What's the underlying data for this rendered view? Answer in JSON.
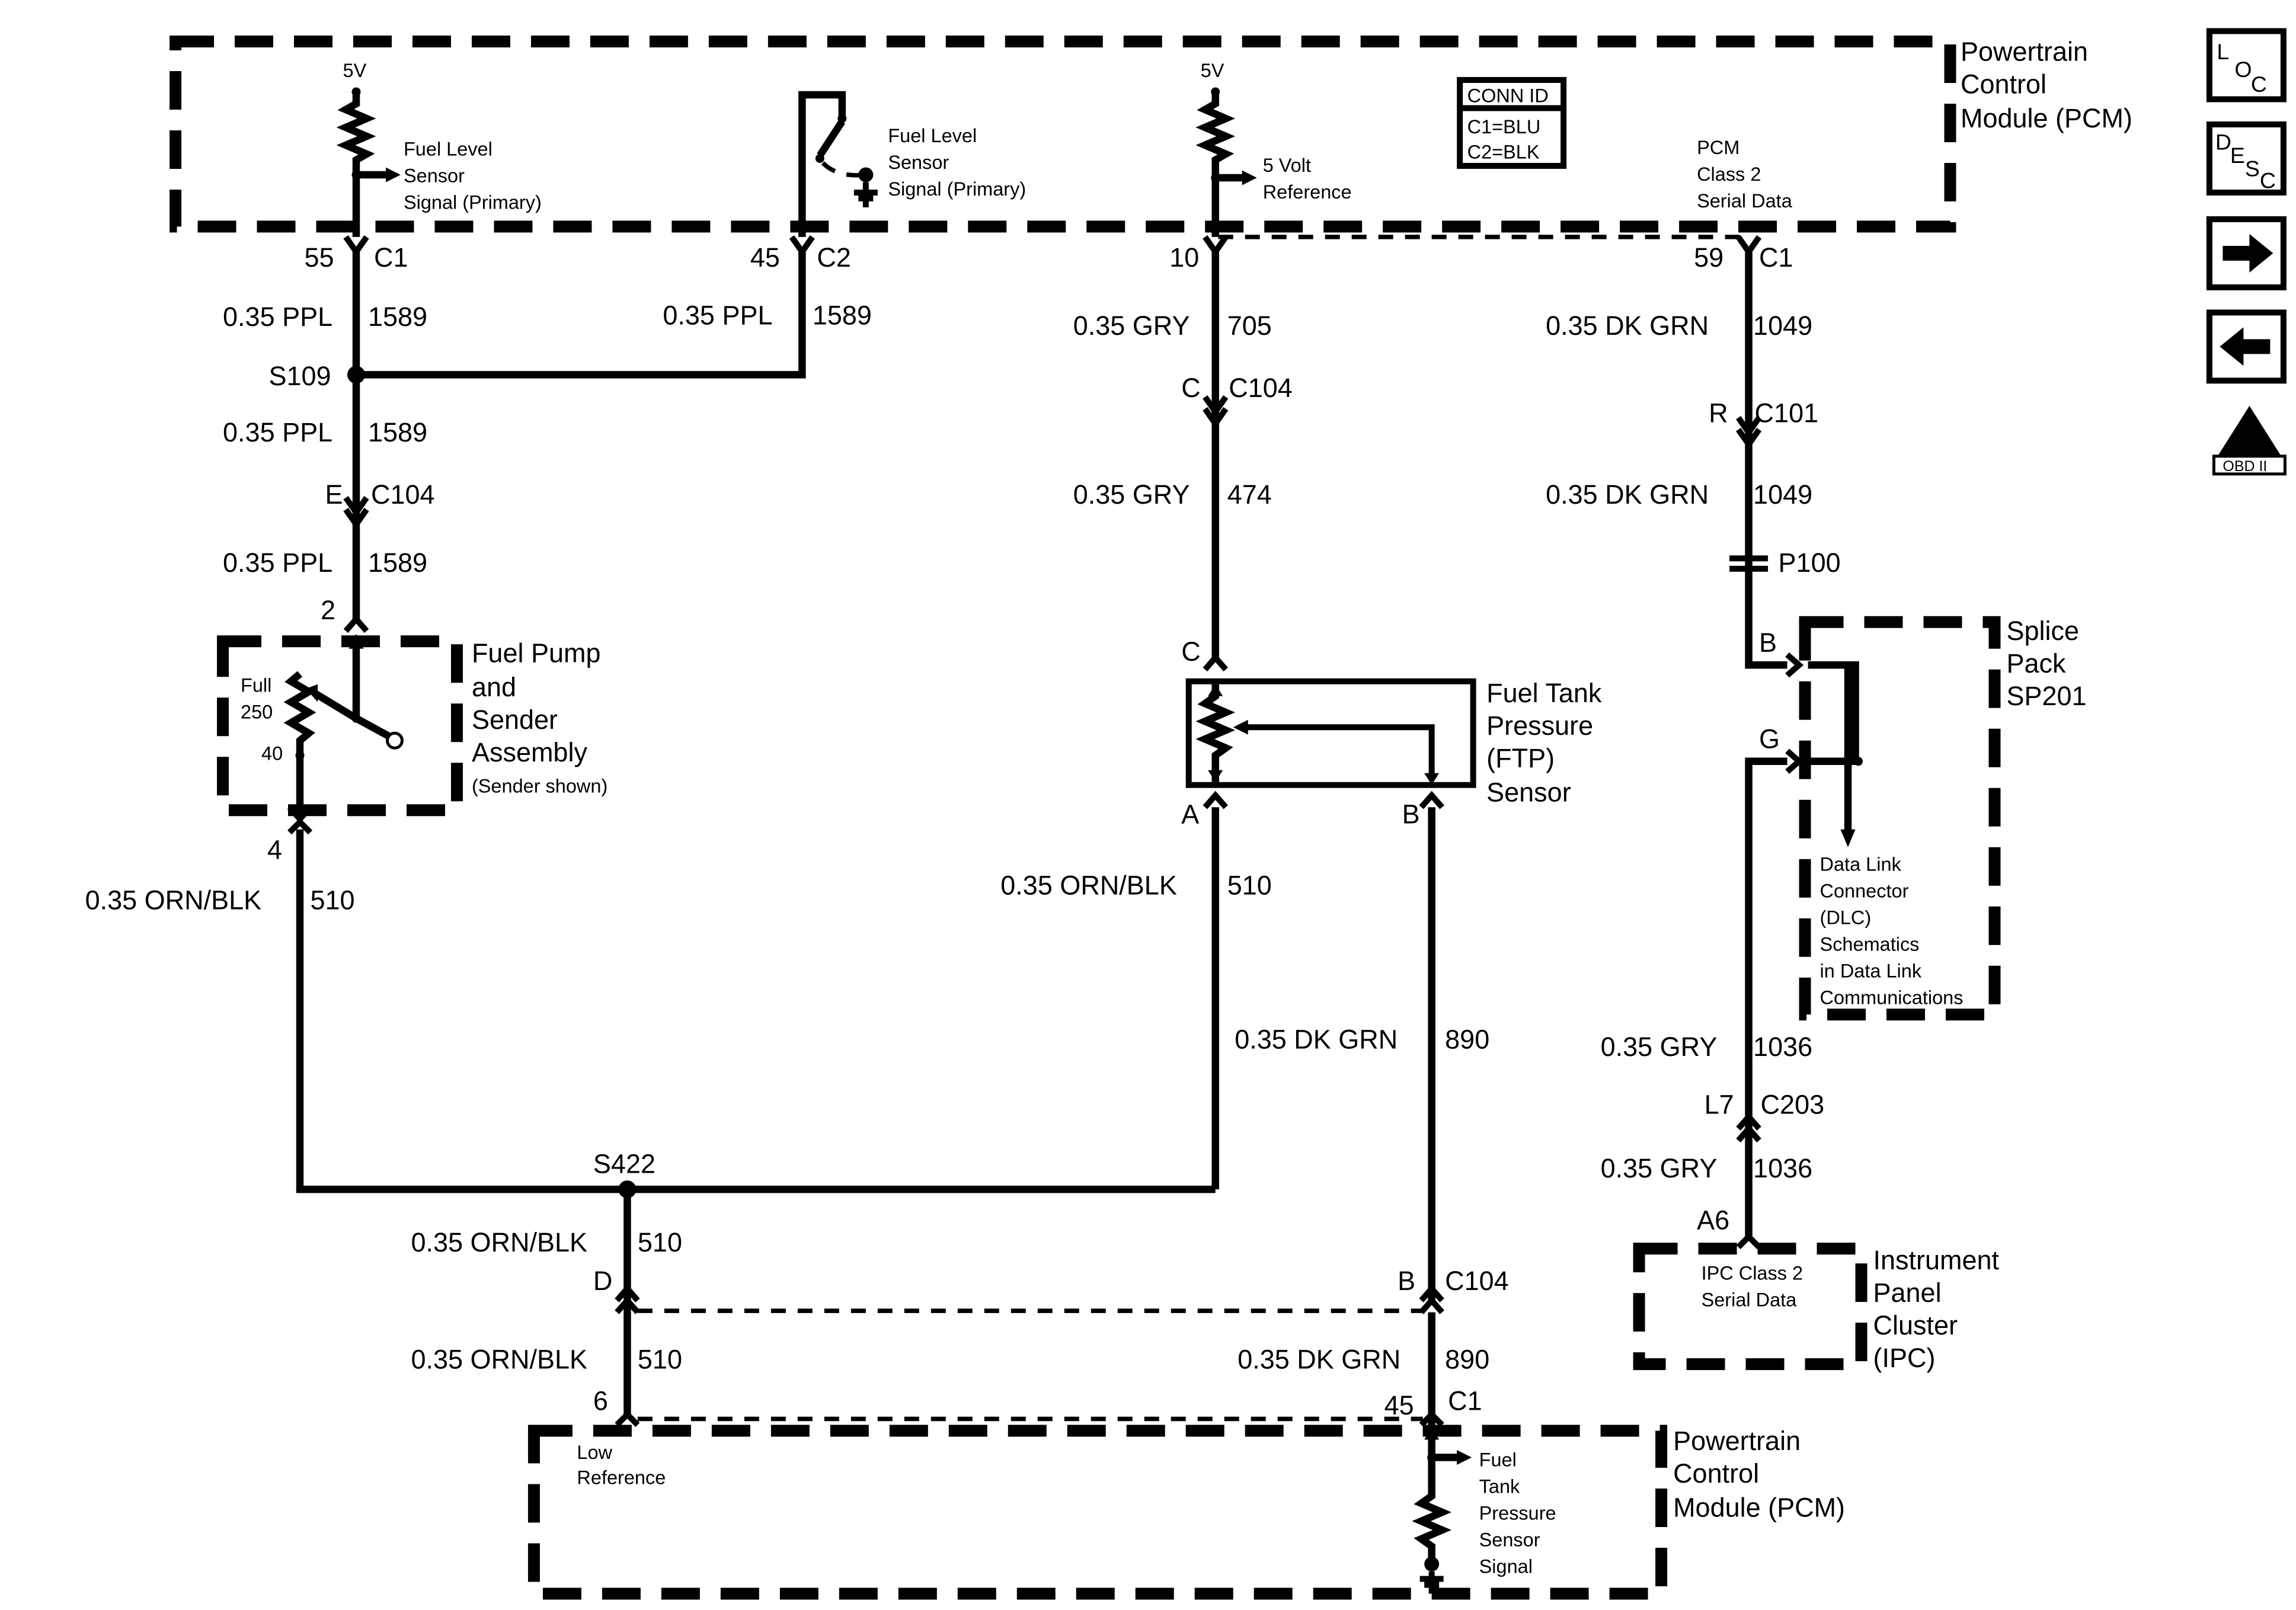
{
  "nav": {
    "loc": {
      "l": "L",
      "o": "O",
      "c": "C"
    },
    "desc": {
      "d": "D",
      "e": "E",
      "s": "S",
      "c": "C"
    },
    "next_icon": "right-arrow-icon",
    "prev_icon": "left-arrow-icon",
    "obd": {
      "roman": "II",
      "label": "OBD II"
    }
  },
  "pcm_top": {
    "title": [
      "Powertrain",
      "Control",
      "Module (PCM)"
    ],
    "v5_a": "5V",
    "fls1": [
      "Fuel Level",
      "Sensor",
      "Signal (Primary)"
    ],
    "fls2": [
      "Fuel Level",
      "Sensor",
      "Signal (Primary)"
    ],
    "v5_b": "5V",
    "vref": [
      "5 Volt",
      "Reference"
    ],
    "conn_id": {
      "title": "CONN ID",
      "c1": "C1=BLU",
      "c2": "C2=BLK"
    },
    "serial": [
      "PCM",
      "Class 2",
      "Serial Data"
    ]
  },
  "pins": {
    "p55": "55",
    "c1a": "C1",
    "p45": "45",
    "c2": "C2",
    "p10": "10",
    "p59": "59",
    "c1b": "C1"
  },
  "wires": {
    "ppl1": "0.35 PPL",
    "n1589a": "1589",
    "ppl2": "0.35 PPL",
    "n1589b": "1589",
    "s109": "S109",
    "ppl3": "0.35 PPL",
    "n1589c": "1589",
    "E": "E",
    "c104a": "C104",
    "ppl4": "0.35 PPL",
    "n1589d": "1589",
    "pin2": "2",
    "gry1": "0.35 GRY",
    "n705": "705",
    "C": "C",
    "c104b": "C104",
    "gry2": "0.35 GRY",
    "n474": "474",
    "dkgrn1": "0.35 DK GRN",
    "n1049a": "1049",
    "R": "R",
    "c101": "C101",
    "dkgrn2": "0.35 DK GRN",
    "n1049b": "1049",
    "p100": "P100",
    "pin4": "4",
    "orn1": "0.35 ORN/BLK",
    "n510a": "510",
    "ftpC": "C",
    "ftpA": "A",
    "ftpB": "B",
    "orn2": "0.35 ORN/BLK",
    "n510b": "510",
    "dkgrn3": "0.35 DK GRN",
    "n890a": "890",
    "s422": "S422",
    "orn3": "0.35 ORN/BLK",
    "n510c": "510",
    "D": "D",
    "B2": "B",
    "c104c": "C104",
    "orn4": "0.35 ORN/BLK",
    "n510d": "510",
    "dkgrn4": "0.35 DK GRN",
    "n890b": "890",
    "pin6": "6",
    "pin45": "45",
    "c1c": "C1",
    "spB": "B",
    "spG": "G",
    "gry3": "0.35 GRY",
    "n1036a": "1036",
    "L7": "L7",
    "c203": "C203",
    "gry4": "0.35 GRY",
    "n1036b": "1036",
    "A6": "A6"
  },
  "components": {
    "fuel_pump": [
      "Fuel Pump",
      "and",
      "Sender",
      "Assembly",
      "(Sender shown)"
    ],
    "full": "Full",
    "r250": "250",
    "r40": "40",
    "ftp": [
      "Fuel Tank",
      "Pressure",
      "(FTP)",
      "Sensor"
    ],
    "splice": [
      "Splice",
      "Pack",
      "SP201"
    ],
    "dlc": [
      "Data Link",
      "Connector",
      "(DLC)",
      "Schematics",
      "in Data Link",
      "Communications"
    ],
    "ipc_inner": [
      "IPC Class 2",
      "Serial Data"
    ],
    "ipc": [
      "Instrument",
      "Panel",
      "Cluster",
      "(IPC)"
    ]
  },
  "pcm_bottom": {
    "low_ref": [
      "Low",
      "Reference"
    ],
    "ftps": [
      "Fuel",
      "Tank",
      "Pressure",
      "Sensor",
      "Signal"
    ],
    "title": [
      "Powertrain",
      "Control",
      "Module (PCM)"
    ]
  }
}
